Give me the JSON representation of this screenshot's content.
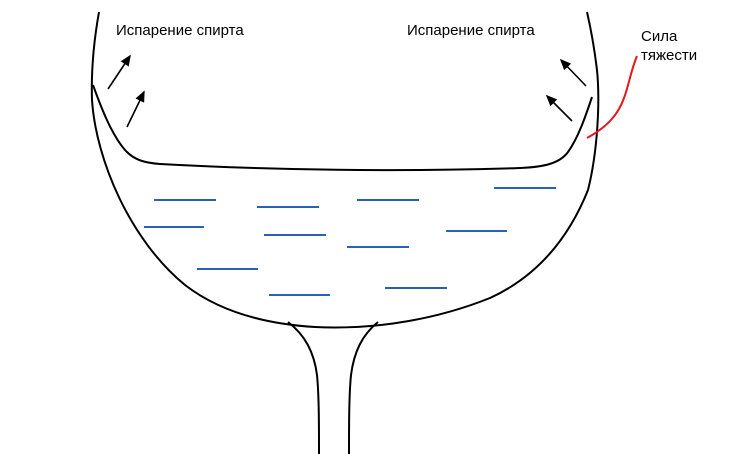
{
  "labels": {
    "evaporation_left": "Испарение спирта",
    "evaporation_right": "Испарение спирта",
    "gravity_line1": "Сила",
    "gravity_line2": "тяжести"
  },
  "colors": {
    "outline": "#000000",
    "liquid_lines": "#2a62b3",
    "gravity_pointer": "#e0191d"
  }
}
